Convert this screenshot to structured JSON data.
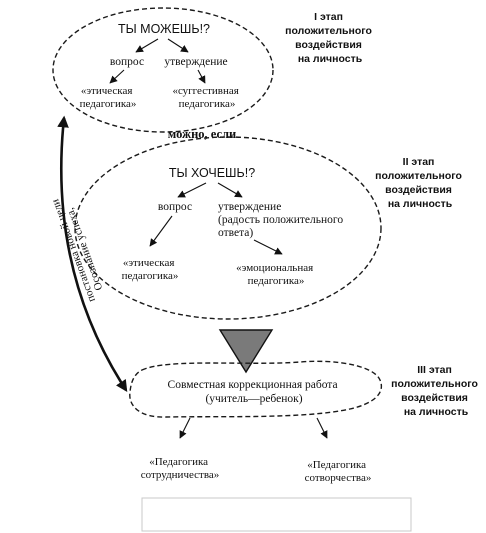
{
  "stage1": {
    "label": [
      "I этап",
      "положительного",
      "воздействия",
      "на личность"
    ],
    "heading": "ТЫ МОЖЕШЬ!?",
    "branch_question": "вопрос",
    "branch_statement": "утверждение",
    "result_question": [
      "«этическая",
      "педагогика»"
    ],
    "result_statement": [
      "«суггестивная",
      "педагогика»"
    ]
  },
  "connector_text": "можно, если",
  "stage2": {
    "label": [
      "II этап",
      "положительного",
      "воздействия",
      "на личность"
    ],
    "heading": "ТЫ ХОЧЕШЬ!?",
    "branch_question": "вопрос",
    "branch_statement": [
      "утверждение",
      "(радость положительного",
      "ответа)"
    ],
    "result_question": [
      "«этическая",
      "педагогика»"
    ],
    "result_statement": [
      "«эмоциональная",
      "педагогика»"
    ]
  },
  "stage3": {
    "label": [
      "III этап",
      "положительного",
      "воздействия",
      "на личность"
    ],
    "heading": [
      "Совместная коррекционная работа",
      "(учитель—ребенок)"
    ],
    "result_left": [
      "«Педагогика",
      "сотрудничества»"
    ],
    "result_right": [
      "«Педагогика",
      "сотворчества»"
    ]
  },
  "feedback_arrow": {
    "line1": "Осознание успеха,",
    "line2": "постановка новой цели"
  },
  "colors": {
    "ink": "#111111",
    "triangle_fill": "#7a7a7a"
  }
}
